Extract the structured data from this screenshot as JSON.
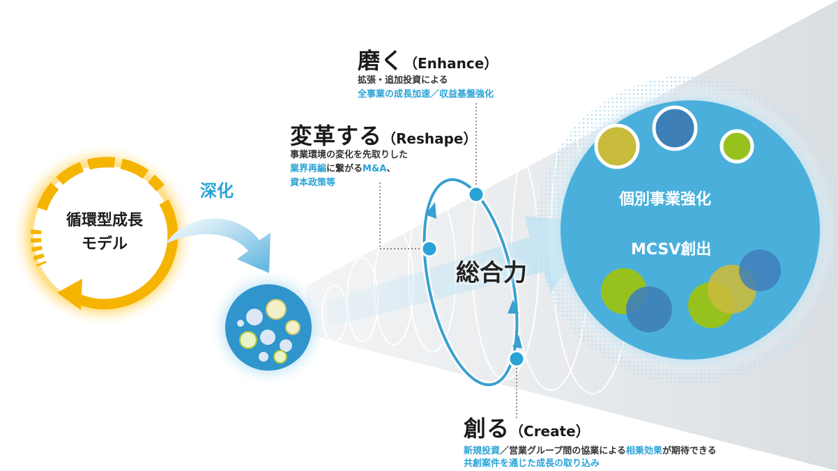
{
  "cycle_model": {
    "line1": "循環型成長",
    "line2": "モデル"
  },
  "deepening_label": "深化",
  "enhance": {
    "heading": "磨く",
    "heading_en": "（Enhance）",
    "line1": "拡張・追加投資による",
    "line2": "全事業の成長加速／収益基盤強化"
  },
  "reshape": {
    "heading": "変革する",
    "heading_en": "（Reshape）",
    "line1": "事業環境の変化を先取りした",
    "line2_a": "業界再編",
    "line2_b": "に繋がる",
    "line2_c": "M&A",
    "line2_d": "、",
    "line3": "資本政策等"
  },
  "create": {
    "heading": "創る",
    "heading_en": "（Create）",
    "line1_a": "新規投資",
    "line1_b": "／営業グループ間の協業による",
    "line1_c": "相乗効果",
    "line1_d": "が期待できる",
    "line2": "共創案件を通じた成長の取り込み"
  },
  "synergy_label": "総合力",
  "big_circle": {
    "top_label": "個別事業強化",
    "middle_label": "MCSV創出"
  },
  "colors": {
    "accent_blue": "#29a3d6",
    "ring_blue": "#3aa0d0",
    "orange": "#f5b400",
    "dark_blue": "#3f7fb8",
    "olive": "#c9bb3c",
    "green": "#97c21e"
  }
}
